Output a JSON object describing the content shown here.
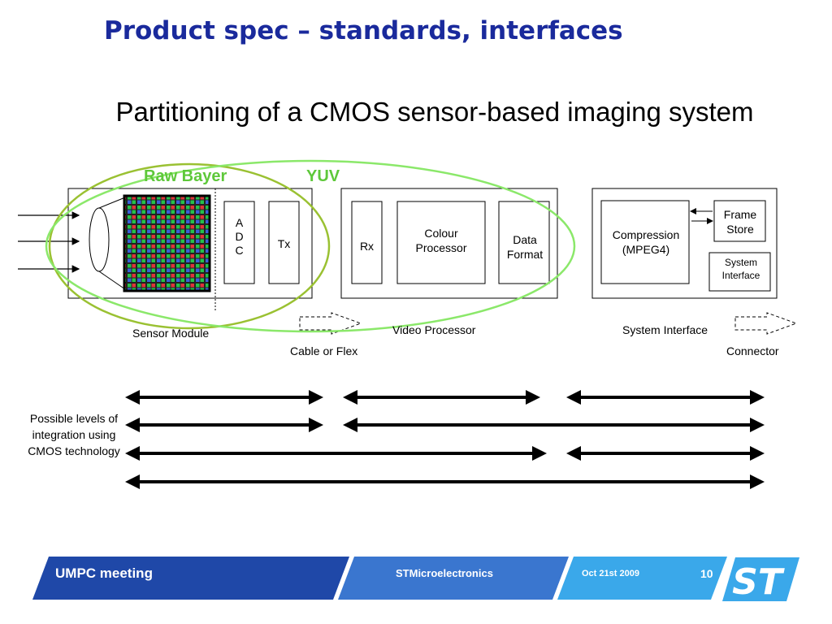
{
  "title": "Product spec – standards, interfaces",
  "subtitle": "Partitioning of a CMOS sensor-based imaging system",
  "zones": {
    "raw_bayer": "Raw Bayer",
    "yuv": "YUV"
  },
  "blocks": {
    "adc": [
      "A",
      "D",
      "C"
    ],
    "tx": "Tx",
    "rx": "Rx",
    "colour_processor": "Colour Processor",
    "data_format": "Data Format",
    "compression": "Compression (MPEG4)",
    "frame_store": "Frame Store",
    "system_interface_block": "System Interface"
  },
  "module_labels": {
    "sensor_module": "Sensor Module",
    "video_processor": "Video Processor",
    "system_interface": "System Interface"
  },
  "link_labels": {
    "cable": "Cable or Flex",
    "connector": "Connector"
  },
  "integration_label": "Possible levels of integration using CMOS technology",
  "footer": {
    "meeting": "UMPC meeting",
    "company": "STMicroelectronics",
    "date": "Oct 21st  2009",
    "page": "10"
  },
  "colors": {
    "title_blue": "#1a2a9c",
    "zone_green": "#5ec83a",
    "ellipse_olive": "#9ac132",
    "ellipse_light_green": "#8be86a",
    "footer_dark_blue": "#1f48a8",
    "footer_mid_blue": "#3a76cf",
    "footer_light_blue": "#3aa8ea"
  },
  "icons": {
    "logo": "st-logo"
  }
}
